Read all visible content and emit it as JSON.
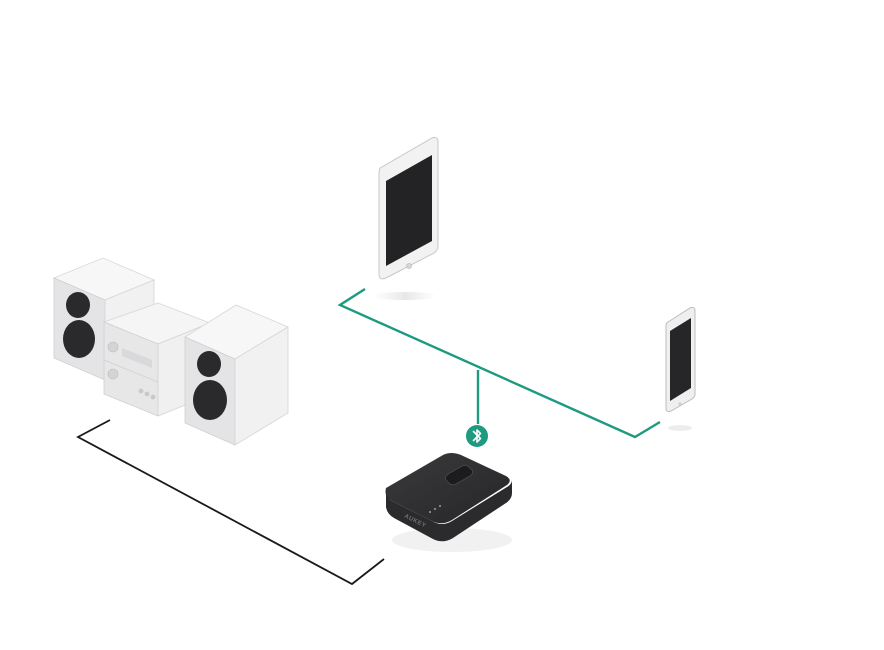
{
  "colors": {
    "background": "#ffffff",
    "bluetooth_link": "#1e9a80",
    "bluetooth_badge": "#1e9a80",
    "audio_cable": "#1a1a1a",
    "receiver_body": "#2b2b2d",
    "tablet_frame": "#f2f2f2",
    "tablet_screen": "#232326",
    "speaker_cabinet": "#ededee",
    "speaker_driver": "#2a2a2c"
  },
  "devices": {
    "tablet": {
      "icon": "tablet-icon"
    },
    "smartphone": {
      "icon": "smartphone-icon"
    },
    "stereo": {
      "icon": "stereo-system-icon"
    },
    "receiver": {
      "icon": "bluetooth-receiver-icon",
      "brand_label": "AUKEY"
    }
  },
  "connections": {
    "wireless": {
      "icon": "bluetooth-icon",
      "type": "bluetooth"
    },
    "wired": {
      "type": "audio-cable"
    }
  }
}
